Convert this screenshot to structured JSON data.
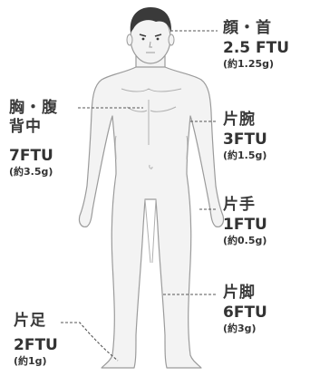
{
  "labels": {
    "face": {
      "name": "顔・首",
      "amount": "2.5 FTU",
      "grams": "(約1.25g)"
    },
    "chest": {
      "name": "胸・腹\n背中",
      "amount": "7FTU",
      "grams": "(約3.5g)"
    },
    "arm": {
      "name": "片腕",
      "amount": "3FTU",
      "grams": "(約1.5g)"
    },
    "hand": {
      "name": "片手",
      "amount": "1FTU",
      "grams": "(約0.5g)"
    },
    "leg": {
      "name": "片脚",
      "amount": "6FTU",
      "grams": "(約3g)"
    },
    "foot": {
      "name": "片足",
      "amount": "2FTU",
      "grams": "(約1g)"
    }
  },
  "colors": {
    "skin": "#f2f2f2",
    "outline": "#9a9a9a",
    "hair": "#3a3a3a",
    "leader": "#555555",
    "text": "#3a3a3a"
  }
}
